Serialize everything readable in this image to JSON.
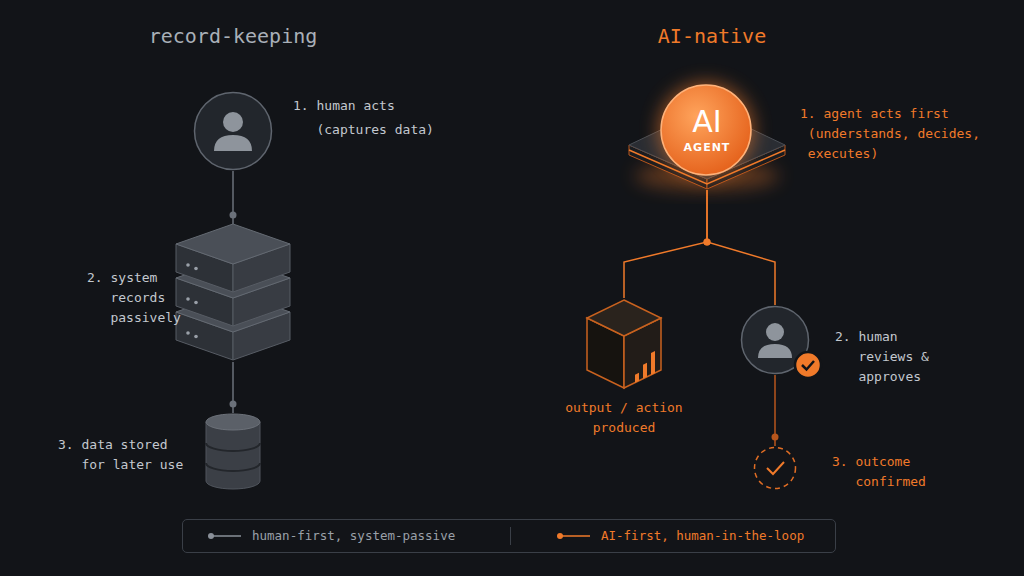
{
  "diagram": {
    "nodes": [
      {
        "text": [
          "1. human acts (captures data)"
        ]
      },
      {
        "text": [
          "2. system records passively"
        ]
      },
      {
        "text": [
          "3. data stored for later use"
        ]
      },
      {
        "text": [
          "AI",
          "AGENT",
          "1. agent acts first (understands, decides, executes)"
        ]
      },
      {
        "text": [
          "output / action produced"
        ]
      },
      {
        "text": [
          "2. human reviews & approves"
        ]
      },
      {
        "text": [
          "3. outcome confirmed"
        ]
      }
    ],
    "edges": [
      {
        "from": 0,
        "to": 1,
        "arrow": "none"
      },
      {
        "from": 1,
        "to": 2,
        "arrow": "none"
      },
      {
        "from": 3,
        "to": 4,
        "arrow": "none"
      },
      {
        "from": 3,
        "to": 5,
        "arrow": "none"
      },
      {
        "from": 5,
        "to": 6,
        "arrow": "none"
      }
    ],
    "labels": [
      "record-keeping",
      "AI-native"
    ],
    "legend": [
      {
        "text": "human-first, system-passive"
      },
      {
        "text": "AI-first, human-in-the-loop"
      }
    ]
  }
}
